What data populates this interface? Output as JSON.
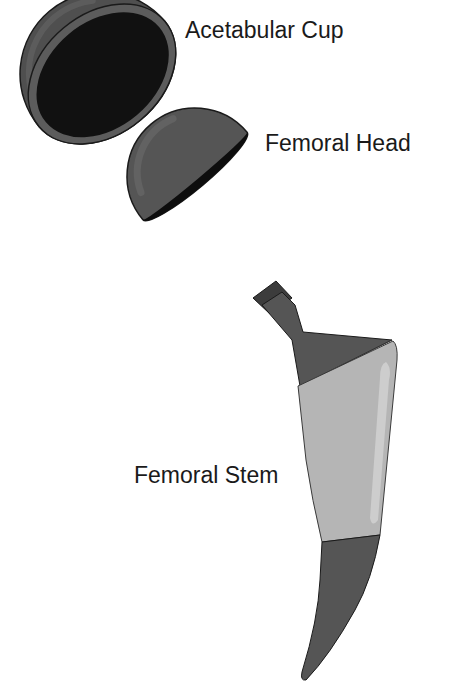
{
  "diagram": {
    "labels": [
      "Acetabular Cup",
      "Femoral Head",
      "Femoral Stem"
    ]
  }
}
